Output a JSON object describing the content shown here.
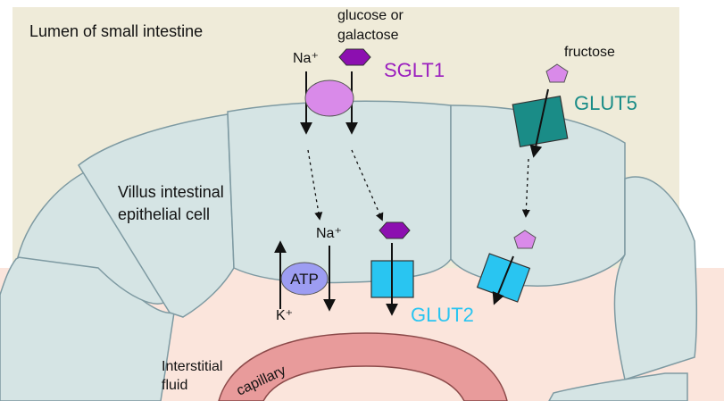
{
  "labels": {
    "lumen": "Lumen of small intestine",
    "sugar_line1": "glucose or",
    "sugar_line2": "galactose",
    "na_top": "Na⁺",
    "sglt1": "SGLT1",
    "fructose": "fructose",
    "glut5": "GLUT5",
    "cell_line1": "Villus intestinal",
    "cell_line2": "epithelial cell",
    "na_mid": "Na⁺",
    "atp": "ATP",
    "k": "K⁺",
    "glut2": "GLUT2",
    "interstitial_line1": "Interstitial",
    "interstitial_line2": "fluid",
    "capillary": "capillary"
  },
  "colors": {
    "lumen_bg": "#efebd9",
    "cell_fill": "#d5e4e4",
    "cell_stroke": "#7e9aa2",
    "interstitial_bg": "#fbe5dc",
    "capillary": "#e89b9b",
    "sglt1_fill": "#d98ae9",
    "sglt1_text": "#9b1fbf",
    "sugar_fill": "#8c0fb0",
    "fructose_fill": "#d98ae9",
    "glut5_fill": "#1a8c87",
    "glut5_text": "#1a8c87",
    "glut2_fill": "#29c5f1",
    "glut2_text": "#29c5f1",
    "atp_fill": "#9d9df2"
  }
}
